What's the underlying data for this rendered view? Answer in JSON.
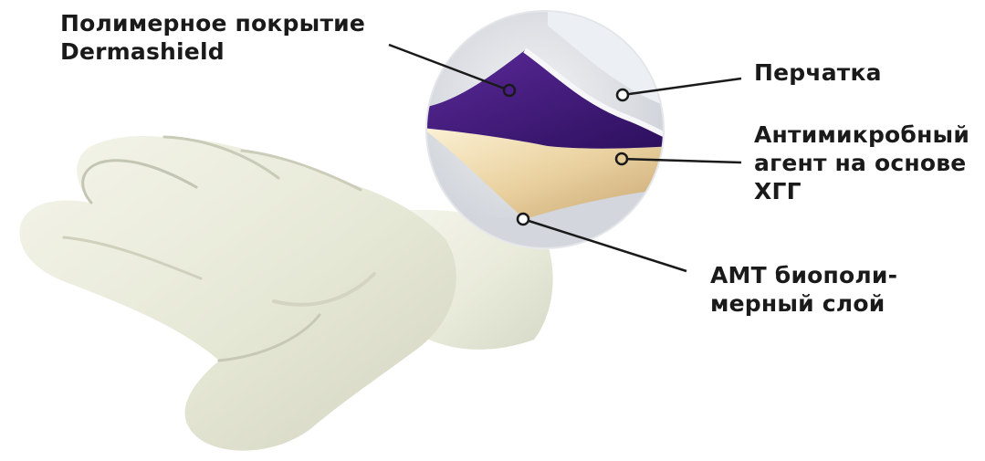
{
  "labels": {
    "coating": {
      "line1": "Полимерное покрытие",
      "line2": "Dermashield"
    },
    "glove": {
      "line1": "Перчатка"
    },
    "agent": {
      "line1": "Антимикробный",
      "line2": "агент на основе",
      "line3": "ХГГ"
    },
    "amt": {
      "line1": "АМТ биополи-",
      "line2": "мерный слой"
    }
  },
  "colors": {
    "coating": "#4a1d8a",
    "antimicrobial_agent": "#e6cd98",
    "glove": "#e8ead9",
    "background": "#ffffff",
    "text": "#1a1a1a"
  }
}
